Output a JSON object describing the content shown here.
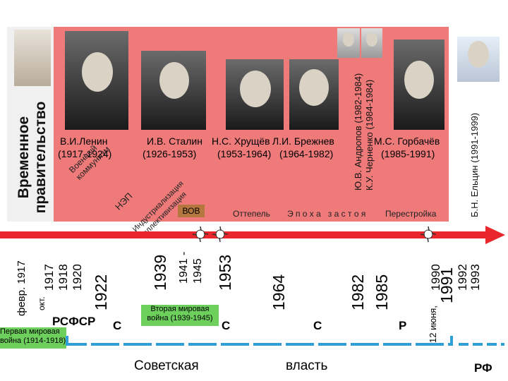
{
  "provisional": "Временное правительство",
  "leaders": [
    {
      "name": "В.И.Ленин",
      "years": "(1917-1924)"
    },
    {
      "name": "И.В. Сталин",
      "years": "(1926-1953)"
    },
    {
      "name": "Н.С. Хрущёв",
      "years": "(1953-1964)"
    },
    {
      "name": "Л.И. Брежнев",
      "years": "(1964-1982)"
    },
    {
      "name": "М.С. Горбачёв",
      "years": "(1985-1991)"
    }
  ],
  "andropov": "Ю.В. Андропов (1982-1984)",
  "chernenko": "К.У. Черненко (1984-1984)",
  "yeltsin": "Б.Н. Ельцин (1991-1999)",
  "eras": {
    "war_communism": [
      "Военный",
      "коммунизм"
    ],
    "nep": "НЭП",
    "industrialization": [
      "Индустриализация",
      "Коллективизация"
    ],
    "vov": "ВОВ",
    "thaw": "Оттепель",
    "stagnation": "Э п о х а   з а с т о я",
    "perestroika": "Перестройка"
  },
  "dates": {
    "feb1917": "февр. 1917",
    "oct": "окт.",
    "y1917": "1917",
    "y1918": "1918",
    "y1920": "1920",
    "y1922": "1922",
    "y1939": "1939",
    "y1941": "1941 -",
    "y1945": "1945",
    "y1953": "1953",
    "y1964": "1964",
    "y1982": "1982",
    "y1985": "1985",
    "june12": "12 июня,",
    "y1990": "1990",
    "y1991": "1991",
    "y1992": "1992",
    "y1993": "1993"
  },
  "boxes": {
    "ww1": "Первая мировая война (1914-1918)",
    "ww2": "Вторая мировая война (1939-1945)"
  },
  "letters": {
    "rsfsr": "РСФСР",
    "c1": "С",
    "c2": "С",
    "c3": "С",
    "p": "Р"
  },
  "bottom": {
    "soviet": "Советская",
    "power": "власть",
    "rf": "РФ"
  },
  "colors": {
    "background_band": "#ef7a7a",
    "arrow": "#e8262b",
    "bracket": "#2f9fd8",
    "green_box": "#6dd05c",
    "vov_box": "#b5773d"
  }
}
